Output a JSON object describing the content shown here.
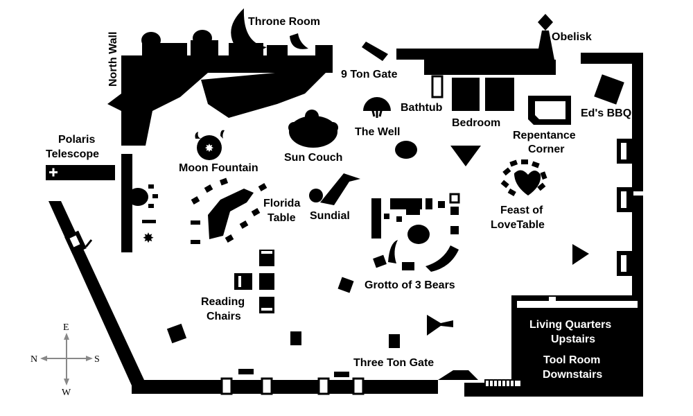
{
  "map": {
    "labels": {
      "throne_room": "Throne Room",
      "north_wall": "North Wall",
      "obelisk": "Obelisk",
      "nine_ton_gate": "9 Ton Gate",
      "bathtub": "Bathtub",
      "the_well": "The Well",
      "bedroom": "Bedroom",
      "eds_bbq": "Ed's BBQ",
      "repentance_corner_1": "Repentance",
      "repentance_corner_2": "Corner",
      "polaris_telescope_1": "Polaris",
      "polaris_telescope_2": "Telescope",
      "moon_fountain": "Moon Fountain",
      "sun_couch": "Sun Couch",
      "florida_table_1": "Florida",
      "florida_table_2": "Table",
      "sundial": "Sundial",
      "feast_of_love_table_1": "Feast of",
      "feast_of_love_table_2": "LoveTable",
      "grotto_of_3_bears": "Grotto of 3 Bears",
      "reading_chairs_1": "Reading",
      "reading_chairs_2": "Chairs",
      "three_ton_gate": "Three Ton Gate",
      "living_quarters_1": "Living Quarters",
      "living_quarters_2": "Upstairs",
      "tool_room_1": "Tool Room",
      "tool_room_2": "Downstairs"
    },
    "compass": {
      "n": "N",
      "e": "E",
      "s": "S",
      "w": "W"
    },
    "colors": {
      "ink": "#000000",
      "paper": "#ffffff"
    }
  }
}
